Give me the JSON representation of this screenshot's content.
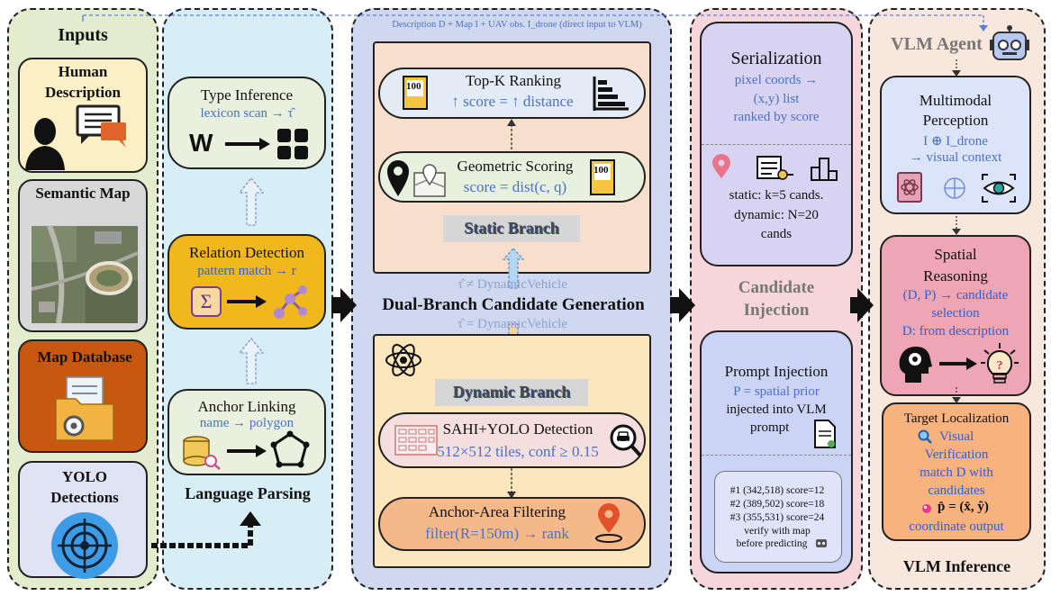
{
  "top_note": "Description D + Map I + UAV obs. I_drone (direct input to VLM)",
  "inputs": {
    "title": "Inputs",
    "human_description": "Human Description",
    "semantic_map": "Semantic Map",
    "map_database": "Map Database",
    "yolo_detections": "YOLO Detections"
  },
  "language": {
    "type_inference_title": "Type Inference",
    "type_inference_sub": "lexicon scan → τ̂",
    "type_inference_w": "W",
    "relation_title": "Relation Detection",
    "relation_sub": "pattern match → r",
    "relation_sigma": "Σ",
    "anchor_title": "Anchor Linking",
    "anchor_sub": "name → polygon",
    "section_label": "Language Parsing"
  },
  "dual": {
    "section_label": "Dual-Branch Candidate Generation",
    "topk_title": "Top-K Ranking",
    "topk_sub": "↑ score = ↑ distance",
    "topk_icon_text": "100",
    "geo_title": "Geometric Scoring",
    "geo_sub": "score = dist(c, q)",
    "geo_icon_text": "100",
    "static_label": "Static Branch",
    "tau_neq": "τ̂ ≠ DynamicVehicle",
    "tau_eq": "τ̂ = DynamicVehicle",
    "dynamic_label": "Dynamic Branch",
    "sahi_title": "SAHI+YOLO Detection",
    "sahi_sub": "512×512 tiles, conf ≥ 0.15",
    "anchor_filter_title": "Anchor-Area Filtering",
    "anchor_filter_sub": "filter(R=150m) → rank"
  },
  "injection": {
    "serialization_title": "Serialization",
    "serialization_sub1": "pixel coords →",
    "serialization_sub2": "(x,y) list",
    "serialization_sub3": "ranked by score",
    "static_line": "static: k=5 cands.",
    "dynamic_line1": "dynamic: N=20",
    "dynamic_line2": "cands",
    "section_label1": "Candidate",
    "section_label2": "Injection",
    "prompt_title": "Prompt Injection",
    "prompt_sub1": "P = spatial prior",
    "prompt_sub2": "injected into VLM",
    "prompt_sub3": "prompt",
    "cand_lines": [
      "#1 (342,518) score=12",
      "#2 (389,502) score=18",
      "#3 (355,531) score=24",
      "verify with map",
      "before predicting"
    ]
  },
  "vlm": {
    "agent_title": "VLM Agent",
    "mm_title1": "Multimodal",
    "mm_title2": "Perception",
    "mm_sub1": "I ⊕ I_drone",
    "mm_sub2": "→ visual context",
    "sr_title1": "Spatial",
    "sr_title2": "Reasoning",
    "sr_sub1": "(D, P) → candidate",
    "sr_sub2": "selection",
    "sr_sub3": "D: from description",
    "tl_title": "Target Localization",
    "tl_sub1": "Visual",
    "tl_sub2": "Verification",
    "tl_sub3": "match D with",
    "tl_sub4": "candidates",
    "tl_formula": "p̂ = (x̂, ŷ)",
    "tl_output": "coordinate output",
    "section_label": "VLM Inference"
  }
}
